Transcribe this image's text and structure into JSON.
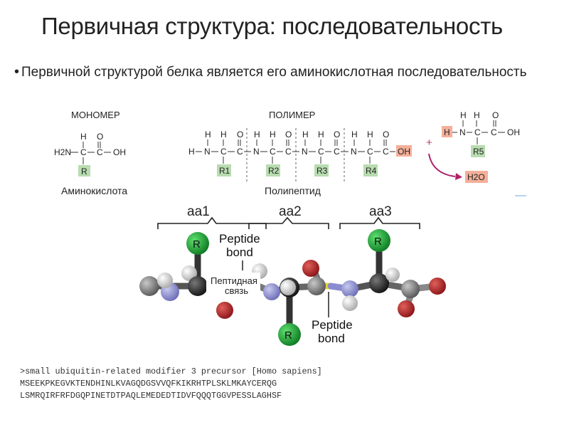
{
  "title": "Первичная структура: последовательность",
  "bullet": "Первичной структурой белка является его аминокислотная последовательность",
  "diagram": {
    "monomer_header": "МОНОМЕР",
    "polymer_header": "ПОЛИМЕР",
    "monomer_caption": "Аминокислота",
    "polymer_caption": "Полипептид",
    "atom_H": "H",
    "atom_O": "O",
    "atom_C": "C",
    "atom_N": "N",
    "group_H2N": "H2N",
    "group_OH": "OH",
    "group_R": "R",
    "side_chains": [
      "R1",
      "R2",
      "R3",
      "R4"
    ],
    "side_chain_new": "R5",
    "water": "H2O",
    "plus": "+",
    "ribbon": {
      "aa_labels": [
        "aa1",
        "aa2",
        "aa3"
      ],
      "peptide_bond_top": [
        "Peptide",
        "bond"
      ],
      "peptide_bond_bottom": [
        "Peptide",
        "bond"
      ],
      "ru_label": [
        "Пептидная",
        "связь"
      ],
      "r_label": "R"
    },
    "colors": {
      "r_box": "#b8dcb0",
      "oh_box": "#f4b09a",
      "h_box": "#f4b09a",
      "arrow": "#b0206a",
      "carbon": "#222222",
      "nitrogen": "#8a8ccf",
      "oxygen": "#b5262a",
      "hydrogen": "#d8d8d8",
      "r_atom": "#1fa83a",
      "bond_highlight": "#e6d43a"
    }
  },
  "sequence": {
    "header": ">small ubiquitin-related modifier 3 precursor [Homo sapiens]",
    "line1": "MSEEKPKEGVKTENDHINLKVAGQDGSVVQFKIKRHTPLSKLMKAYCERQG",
    "line2": "LSMRQIRFRFDGQPINETDTPAQLEMEDEDTIDVFQQQTGGVPESSLAGHSF"
  }
}
